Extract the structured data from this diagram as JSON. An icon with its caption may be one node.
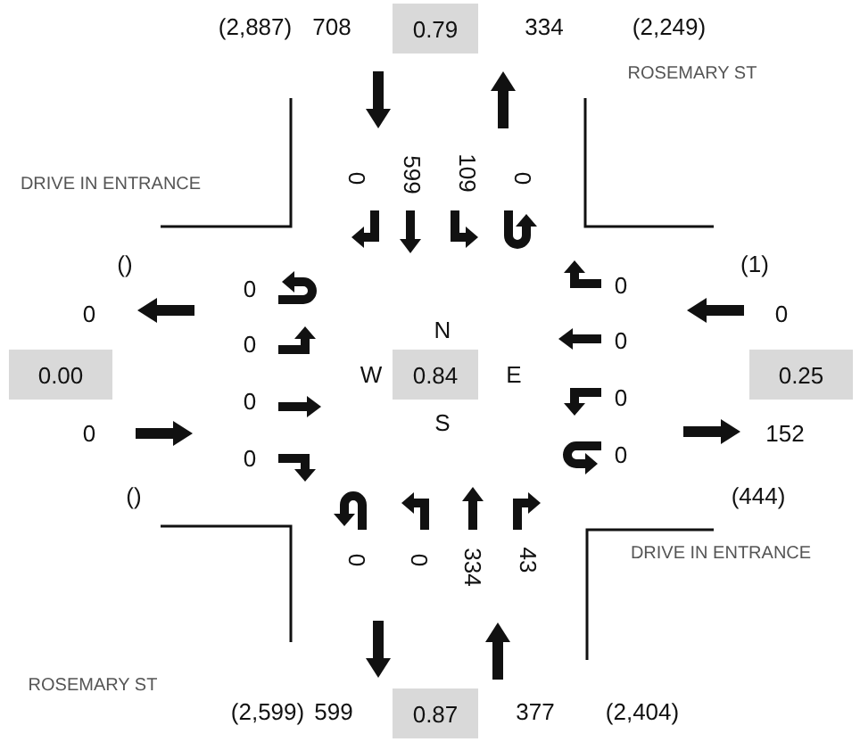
{
  "diagram": {
    "nodes": [
      {
        "text": [
          "0.79"
        ]
      },
      {
        "text": [
          "0.00"
        ]
      },
      {
        "text": [
          "0.84"
        ]
      },
      {
        "text": [
          "0.25"
        ]
      },
      {
        "text": [
          "0.87"
        ]
      }
    ],
    "labels": [
      "(2,887)",
      "708",
      "334",
      "(2,249)",
      "ROSEMARY ST",
      "DRIVE IN ENTRANCE",
      "0",
      "599",
      "109",
      "0",
      "()",
      "(1)",
      "0",
      "0",
      "0",
      "0",
      "0",
      "0",
      "0",
      "0",
      "0",
      "0",
      "0",
      "152",
      "()",
      "(444)",
      "0",
      "0",
      "334",
      "43",
      "DRIVE IN ENTRANCE",
      "ROSEMARY ST",
      "(2,599)",
      "599",
      "377",
      "(2,404)",
      "N",
      "W",
      "E",
      "S"
    ]
  }
}
